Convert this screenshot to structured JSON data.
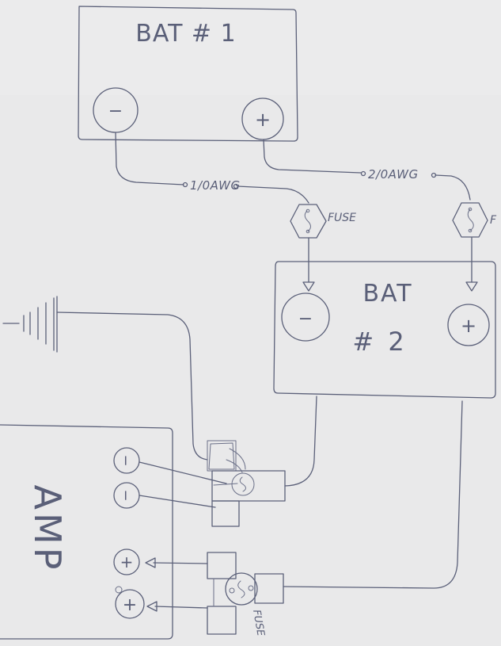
{
  "battery1": {
    "title": "BAT # 1",
    "neg_symbol": "−",
    "pos_symbol": "+"
  },
  "battery2": {
    "title_line1": "BAT",
    "title_line2": "# 2",
    "neg_symbol": "−",
    "pos_symbol": "+"
  },
  "wires": {
    "left_gauge": "1/0AWG",
    "right_gauge": "2/0AWG"
  },
  "fuses": {
    "left_label": "FUSE",
    "right_label": "F",
    "bottom_label": "FUSE"
  },
  "amp": {
    "label": "AMP",
    "terminals": [
      "−",
      "−",
      "+",
      "+"
    ]
  },
  "colors": {
    "paper": "#e9e9ea",
    "pencil": "#5b6079"
  }
}
